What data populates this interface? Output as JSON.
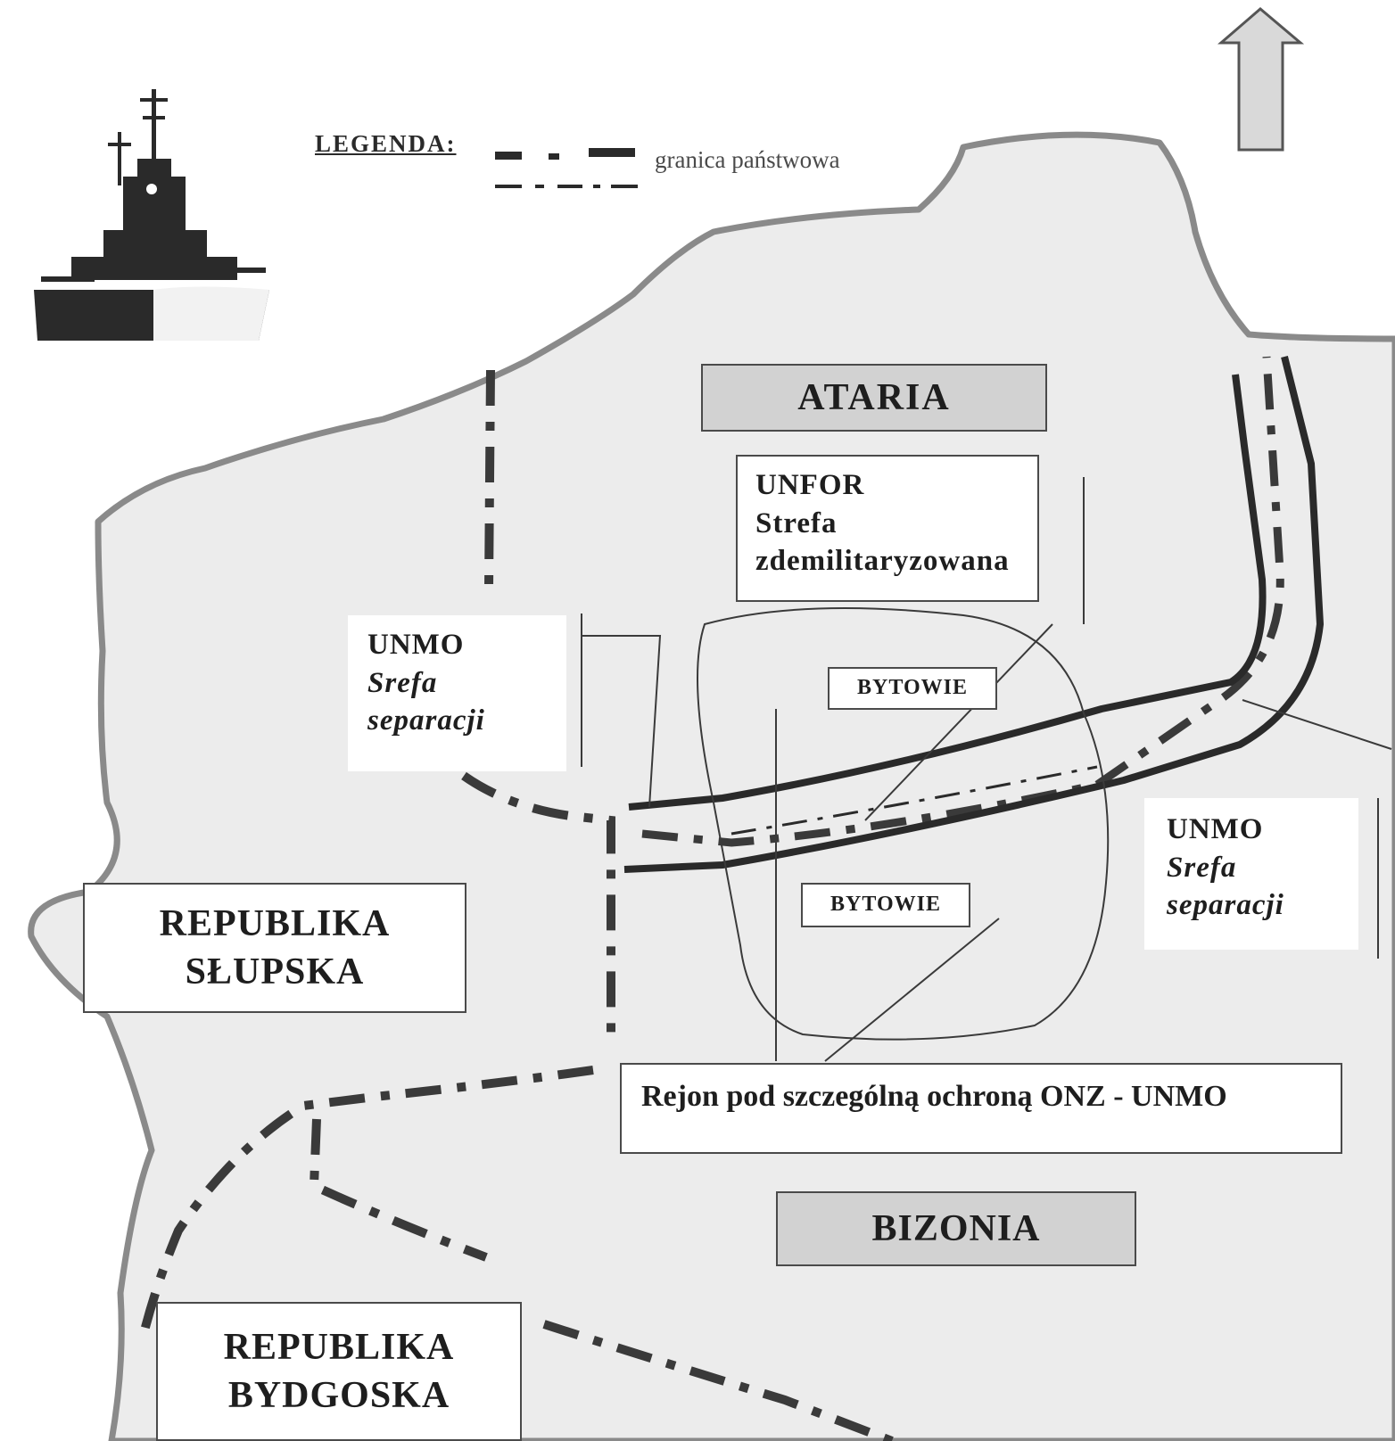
{
  "legend": {
    "title": "LEGENDA:",
    "items": [
      {
        "label": "granica państwowa",
        "line_color": "#3a3a3a"
      }
    ]
  },
  "countries": {
    "ataria": "ATARIA",
    "bizonia": "BIZONIA",
    "slupska": {
      "line1": "REPUBLIKA",
      "line2": "SŁUPSKA"
    },
    "bydgoska": {
      "line1": "REPUBLIKA",
      "line2": "BYDGOSKA"
    }
  },
  "zones": {
    "unfor": {
      "line1": "UNFOR",
      "line2": "Strefa",
      "line3": "zdemilitaryzowana"
    },
    "unmo_west": {
      "line1": "UNMO",
      "line2": "Srefa",
      "line3": "separacji"
    },
    "unmo_east": {
      "line1": "UNMO",
      "line2": "Srefa",
      "line3": "separacji"
    },
    "bytowie_north": "BYTOWIE",
    "bytowie_south": "BYTOWIE",
    "protected_region": "Rejon pod szczególną ochroną ONZ - UNMO"
  },
  "colors": {
    "land": "#ececec",
    "coast": "#8a8a8a",
    "border": "#3a3a3a",
    "label_shade": "#d2d2d2"
  },
  "icons": [
    "warship-icon",
    "north-arrow-icon"
  ]
}
